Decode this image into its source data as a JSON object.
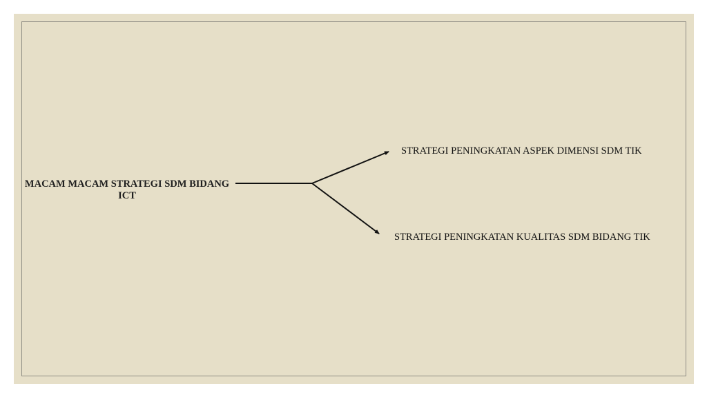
{
  "diagram": {
    "root": "MACAM MACAM STRATEGI SDM BIDANG ICT",
    "branches": [
      "STRATEGI PENINGKATAN ASPEK DIMENSI SDM TIK",
      "STRATEGI PENINGKATAN KUALITAS SDM BIDANG TIK"
    ]
  }
}
